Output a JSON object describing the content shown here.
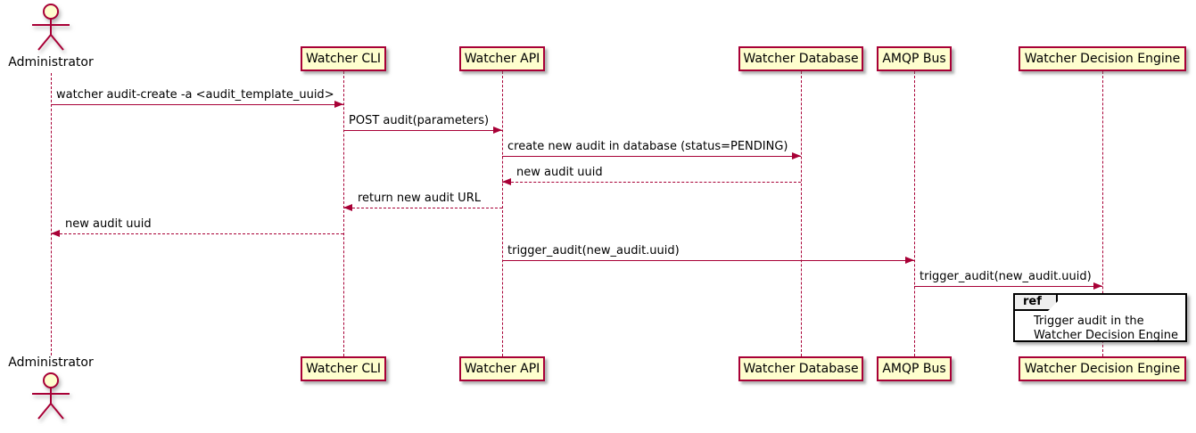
{
  "diagram_type": "sequence-diagram",
  "actor": {
    "label": "Administrator"
  },
  "participants": [
    {
      "id": "cli",
      "label": "Watcher CLI"
    },
    {
      "id": "api",
      "label": "Watcher API"
    },
    {
      "id": "db",
      "label": "Watcher Database"
    },
    {
      "id": "amqp",
      "label": "AMQP Bus"
    },
    {
      "id": "wde",
      "label": "Watcher Decision Engine"
    }
  ],
  "messages": [
    {
      "from": "actor",
      "to": "cli",
      "text": "watcher audit-create -a <audit_template_uuid>",
      "line": "solid"
    },
    {
      "from": "cli",
      "to": "api",
      "text": "POST audit(parameters)",
      "line": "solid"
    },
    {
      "from": "api",
      "to": "db",
      "text": "create new audit in database (status=PENDING)",
      "line": "solid"
    },
    {
      "from": "db",
      "to": "api",
      "text": "new audit uuid",
      "line": "dashed"
    },
    {
      "from": "api",
      "to": "cli",
      "text": "return new audit URL",
      "line": "dashed"
    },
    {
      "from": "cli",
      "to": "actor",
      "text": "new audit uuid",
      "line": "dashed"
    },
    {
      "from": "api",
      "to": "amqp",
      "text": "trigger_audit(new_audit.uuid)",
      "line": "solid"
    },
    {
      "from": "amqp",
      "to": "wde",
      "text": "trigger_audit(new_audit.uuid)",
      "line": "solid"
    }
  ],
  "ref": {
    "keyword": "ref",
    "lines": [
      "Trigger audit in the",
      "Watcher Decision Engine"
    ],
    "over": "wde"
  },
  "colors": {
    "participant_fill": "#FEFECE",
    "stroke": "#A80036",
    "text": "#000000",
    "ref_fill": "#FFFFFF",
    "ref_tab_fill": "#EEEEEE",
    "ref_border": "#000000"
  }
}
